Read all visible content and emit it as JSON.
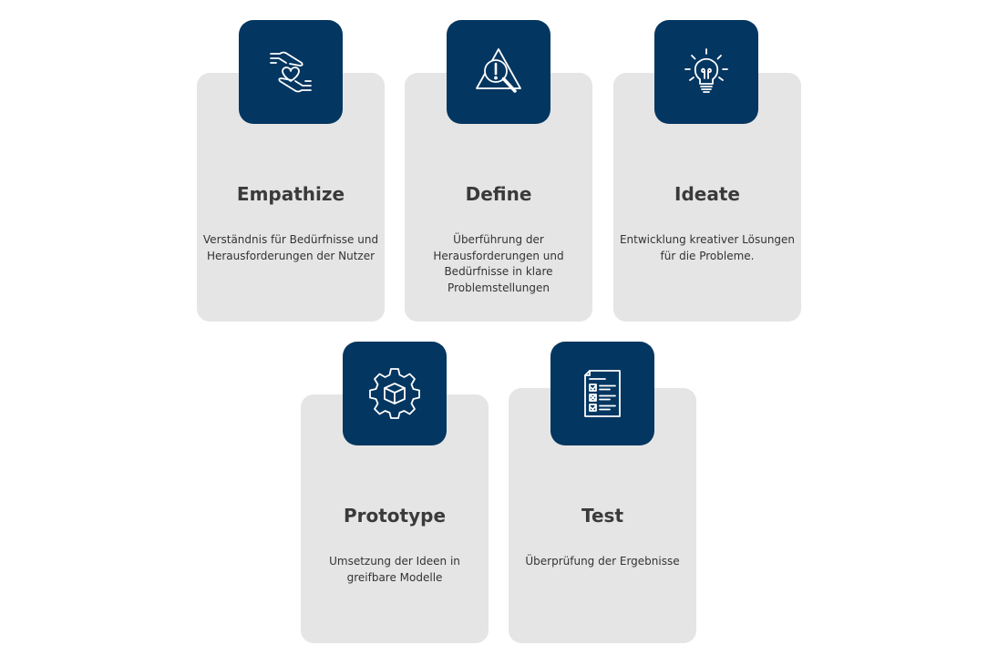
{
  "steps": [
    {
      "title": "Empathize",
      "description": "Verständnis für Bedürfnisse und Herausforderungen der Nutzer",
      "icon": "hand-heart-icon"
    },
    {
      "title": "Define",
      "description": "Überführung der Herausforderungen und Bedürfnisse in klare Problemstellungen",
      "icon": "warning-search-icon"
    },
    {
      "title": "Ideate",
      "description": "Entwicklung kreativer Lösungen für die Probleme.",
      "icon": "lightbulb-icon"
    },
    {
      "title": "Prototype",
      "description": "Umsetzung der Ideen in greifbare Modelle",
      "icon": "gear-box-icon"
    },
    {
      "title": "Test",
      "description": "Überprüfung der Ergebnisse",
      "icon": "checklist-icon"
    }
  ],
  "colors": {
    "badge": "#033660",
    "card": "#e5e5e5",
    "title": "#3a3a3a",
    "text": "#333333"
  }
}
